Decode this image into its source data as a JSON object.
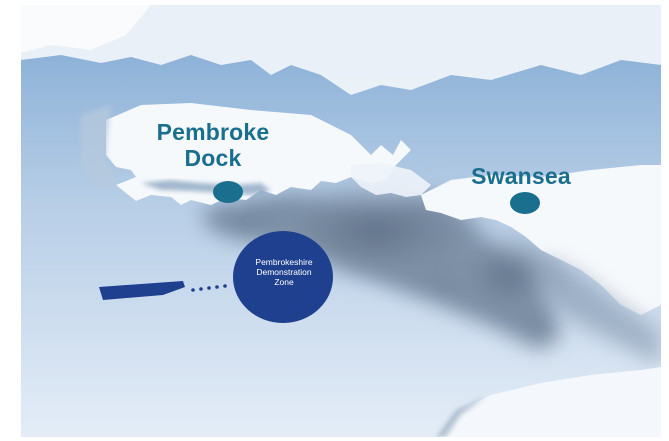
{
  "map": {
    "labels": {
      "pembroke_dock": [
        "Pembroke",
        "Dock"
      ],
      "swansea": "Swansea",
      "demonstration_zone": [
        "Pembrokeshire",
        "Demonstration",
        "Zone"
      ]
    },
    "colors": {
      "sea_light": "#dfe9f5",
      "sea_dark": "#7fa9d3",
      "land": "#f4f7fb",
      "shadow": "#6b7e94",
      "marker": "#1a6e8e",
      "zone": "#1f3f8f",
      "label_text": "#1a6e8e"
    }
  }
}
